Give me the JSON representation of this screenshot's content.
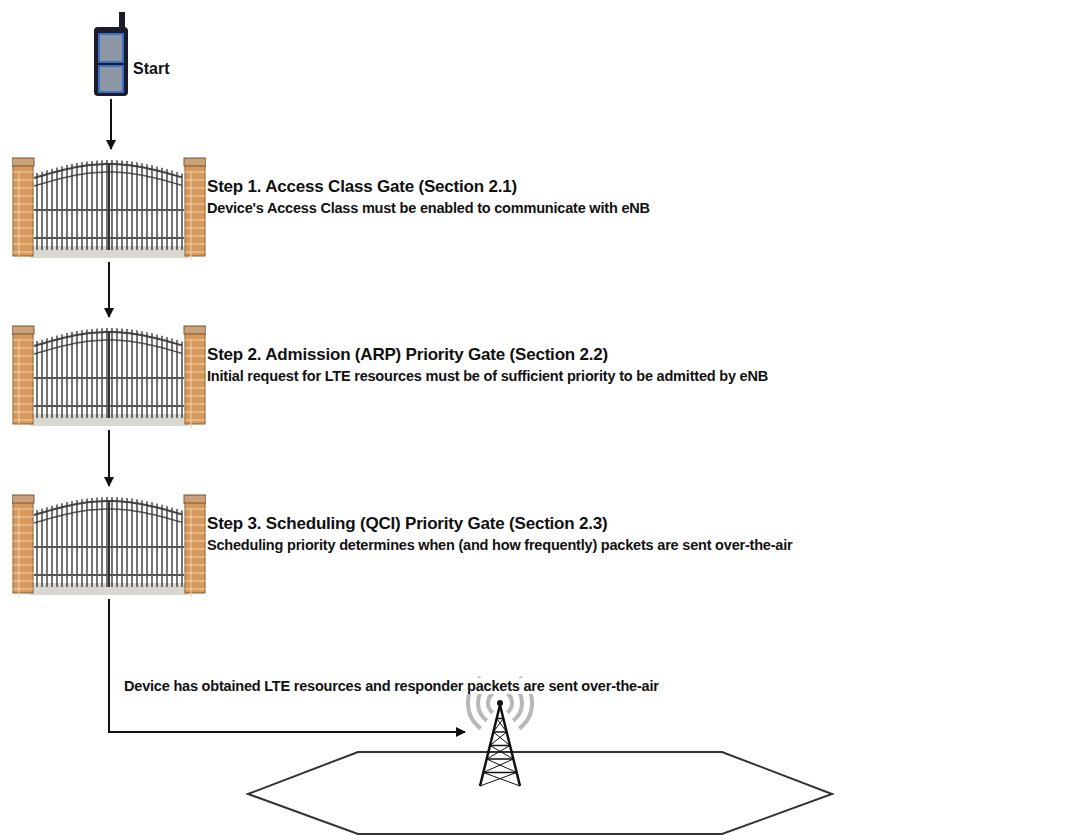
{
  "diagram": {
    "nodes": [
      {
        "text": [
          "Start"
        ]
      },
      {
        "text": [
          "Step 1. Access Class Gate (Section 2.1)",
          "Device's Access Class must be enabled to communicate with eNB"
        ]
      },
      {
        "text": [
          "Step 2. Admission (ARP) Priority Gate (Section 2.2)",
          "Initial request for LTE resources must be of sufficient priority to be admitted by eNB"
        ]
      },
      {
        "text": [
          "Step 3. Scheduling (QCI) Priority Gate (Section 2.3)",
          "Scheduling priority determines when (and how frequently) packets are sent over-the-air"
        ]
      },
      {
        "text": []
      }
    ],
    "edges": [
      {
        "from": 0,
        "to": 1,
        "arrow": "to"
      },
      {
        "from": 1,
        "to": 2,
        "arrow": "to"
      },
      {
        "from": 2,
        "to": 3,
        "arrow": "to"
      },
      {
        "from": 3,
        "to": 4,
        "arrow": "to",
        "label": "Device has obtained LTE resources and responder packets are sent over-the-air"
      }
    ]
  }
}
